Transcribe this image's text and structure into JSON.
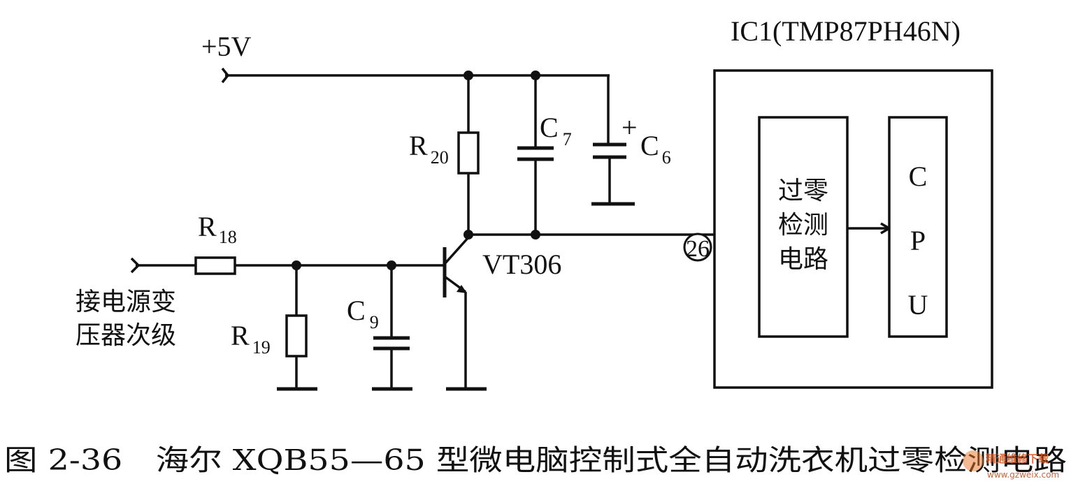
{
  "diagram": {
    "supply_label": "+5V",
    "ic_label": "IC1(TMP87PH46N)",
    "components": {
      "R20": {
        "main": "R",
        "sub": "20"
      },
      "C7": {
        "main": "C",
        "sub": "7"
      },
      "C6": {
        "main": "C",
        "sub": "6",
        "polarity": "+"
      },
      "R18": {
        "main": "R",
        "sub": "18"
      },
      "R19": {
        "main": "R",
        "sub": "19"
      },
      "C9": {
        "main": "C",
        "sub": "9"
      },
      "VT306": "VT306"
    },
    "pin_label": "26",
    "input_label": {
      "line1": "接电源变",
      "line2": "压器次级"
    },
    "zero_detect_block": {
      "line1": "过零",
      "line2": "检测",
      "line3": "电路"
    },
    "cpu_block": {
      "line1": "C",
      "line2": "P",
      "line3": "U"
    }
  },
  "caption": "图 2-36　海尔 XQB55—65 型微电脑控制式全自动洗衣机过零检测电路",
  "watermark": {
    "line1": "精通维修下载",
    "line2": "www.gzweix.com"
  }
}
